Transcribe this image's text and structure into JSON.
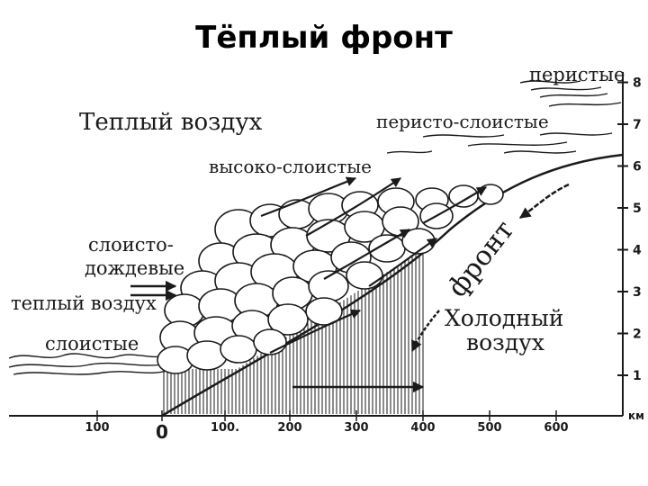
{
  "title": "Тёплый фронт",
  "labels": {
    "warm_air_top": "Теплый воздух",
    "cirrus": "перистые",
    "cirrostratus": "перисто-слоистые",
    "altostratus": "высоко-слоистые",
    "nimbostratus_1": "слоисто-",
    "nimbostratus_2": "дождевые",
    "warm_air_side": "теплый воздух",
    "stratus": "слоистые",
    "front": "фронт",
    "cold_air_1": "Холодный",
    "cold_air_2": "воздух"
  },
  "height_axis": {
    "unit": "км",
    "ticks": [
      "1",
      "2",
      "3",
      "4",
      "5",
      "6",
      "7",
      "8"
    ]
  },
  "distance_axis": {
    "ticks": [
      "100",
      "0",
      "100.",
      "200",
      "300",
      "400",
      "500",
      "600"
    ]
  },
  "colors": {
    "ink": "#1a1a1a",
    "background": "#ffffff"
  }
}
